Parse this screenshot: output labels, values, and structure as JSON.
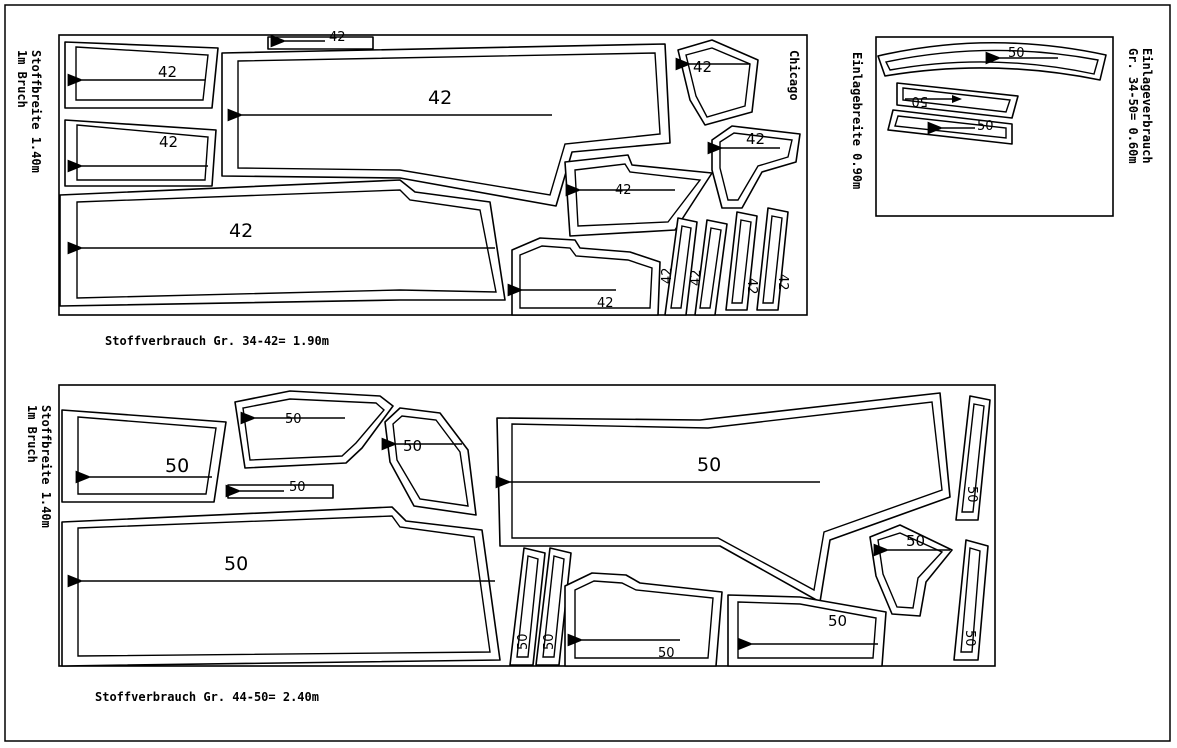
{
  "colors": {
    "line": "#000000",
    "background": "#ffffff"
  },
  "top_layout": {
    "side_label_line1": "Stoffbreite 1.40m",
    "side_label_line2": "1m Bruch",
    "model_name": "Chicago",
    "piece_size": "42",
    "consumption": "Stoffverbrauch Gr. 34-42= 1.90m"
  },
  "interfacing_layout": {
    "width_label": "Einlagebreite 0.90m",
    "consumption_line1": "Einlageverbrauch",
    "consumption_line2": "Gr. 34-50= 0.60m",
    "piece_size": "50"
  },
  "bottom_layout": {
    "side_label_line1": "Stoffbreite 1.40m",
    "side_label_line2": "1m Bruch",
    "piece_size": "50",
    "consumption": "Stoffverbrauch Gr. 44-50= 2.40m"
  }
}
